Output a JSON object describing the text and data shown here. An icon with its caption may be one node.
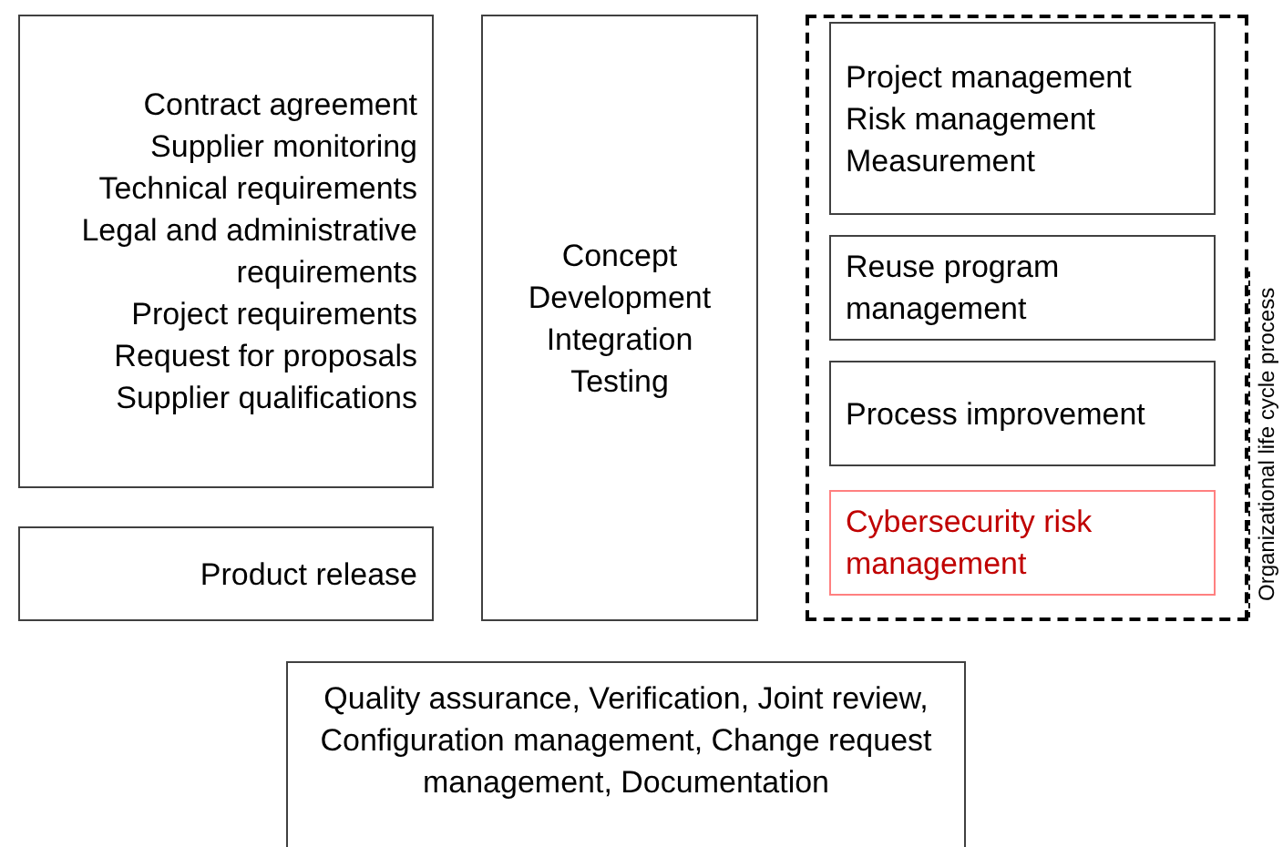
{
  "diagram": {
    "nodes": [
      {
        "text": [
          "Contract agreement",
          "Supplier monitoring",
          "Technical requirements",
          "Legal and administrative requirements",
          "Project requirements",
          "Request for proposals",
          "Supplier qualifications"
        ]
      },
      {
        "text": [
          "Product release"
        ]
      },
      {
        "text": [
          "Concept",
          "Development",
          "Integration",
          "Testing"
        ]
      },
      {
        "text": [
          "Organizational life cycle process"
        ]
      },
      {
        "text": [
          "Project management",
          "Risk management",
          "Measurement"
        ],
        "in": 3
      },
      {
        "text": [
          "Reuse program management"
        ],
        "in": 3
      },
      {
        "text": [
          "Process improvement"
        ],
        "in": 3
      },
      {
        "text": [
          "Cybersecurity risk management"
        ],
        "in": 3
      },
      {
        "text": [
          "Quality assurance, Verification, Joint review, Configuration management, Change request management, Documentation"
        ]
      }
    ]
  }
}
